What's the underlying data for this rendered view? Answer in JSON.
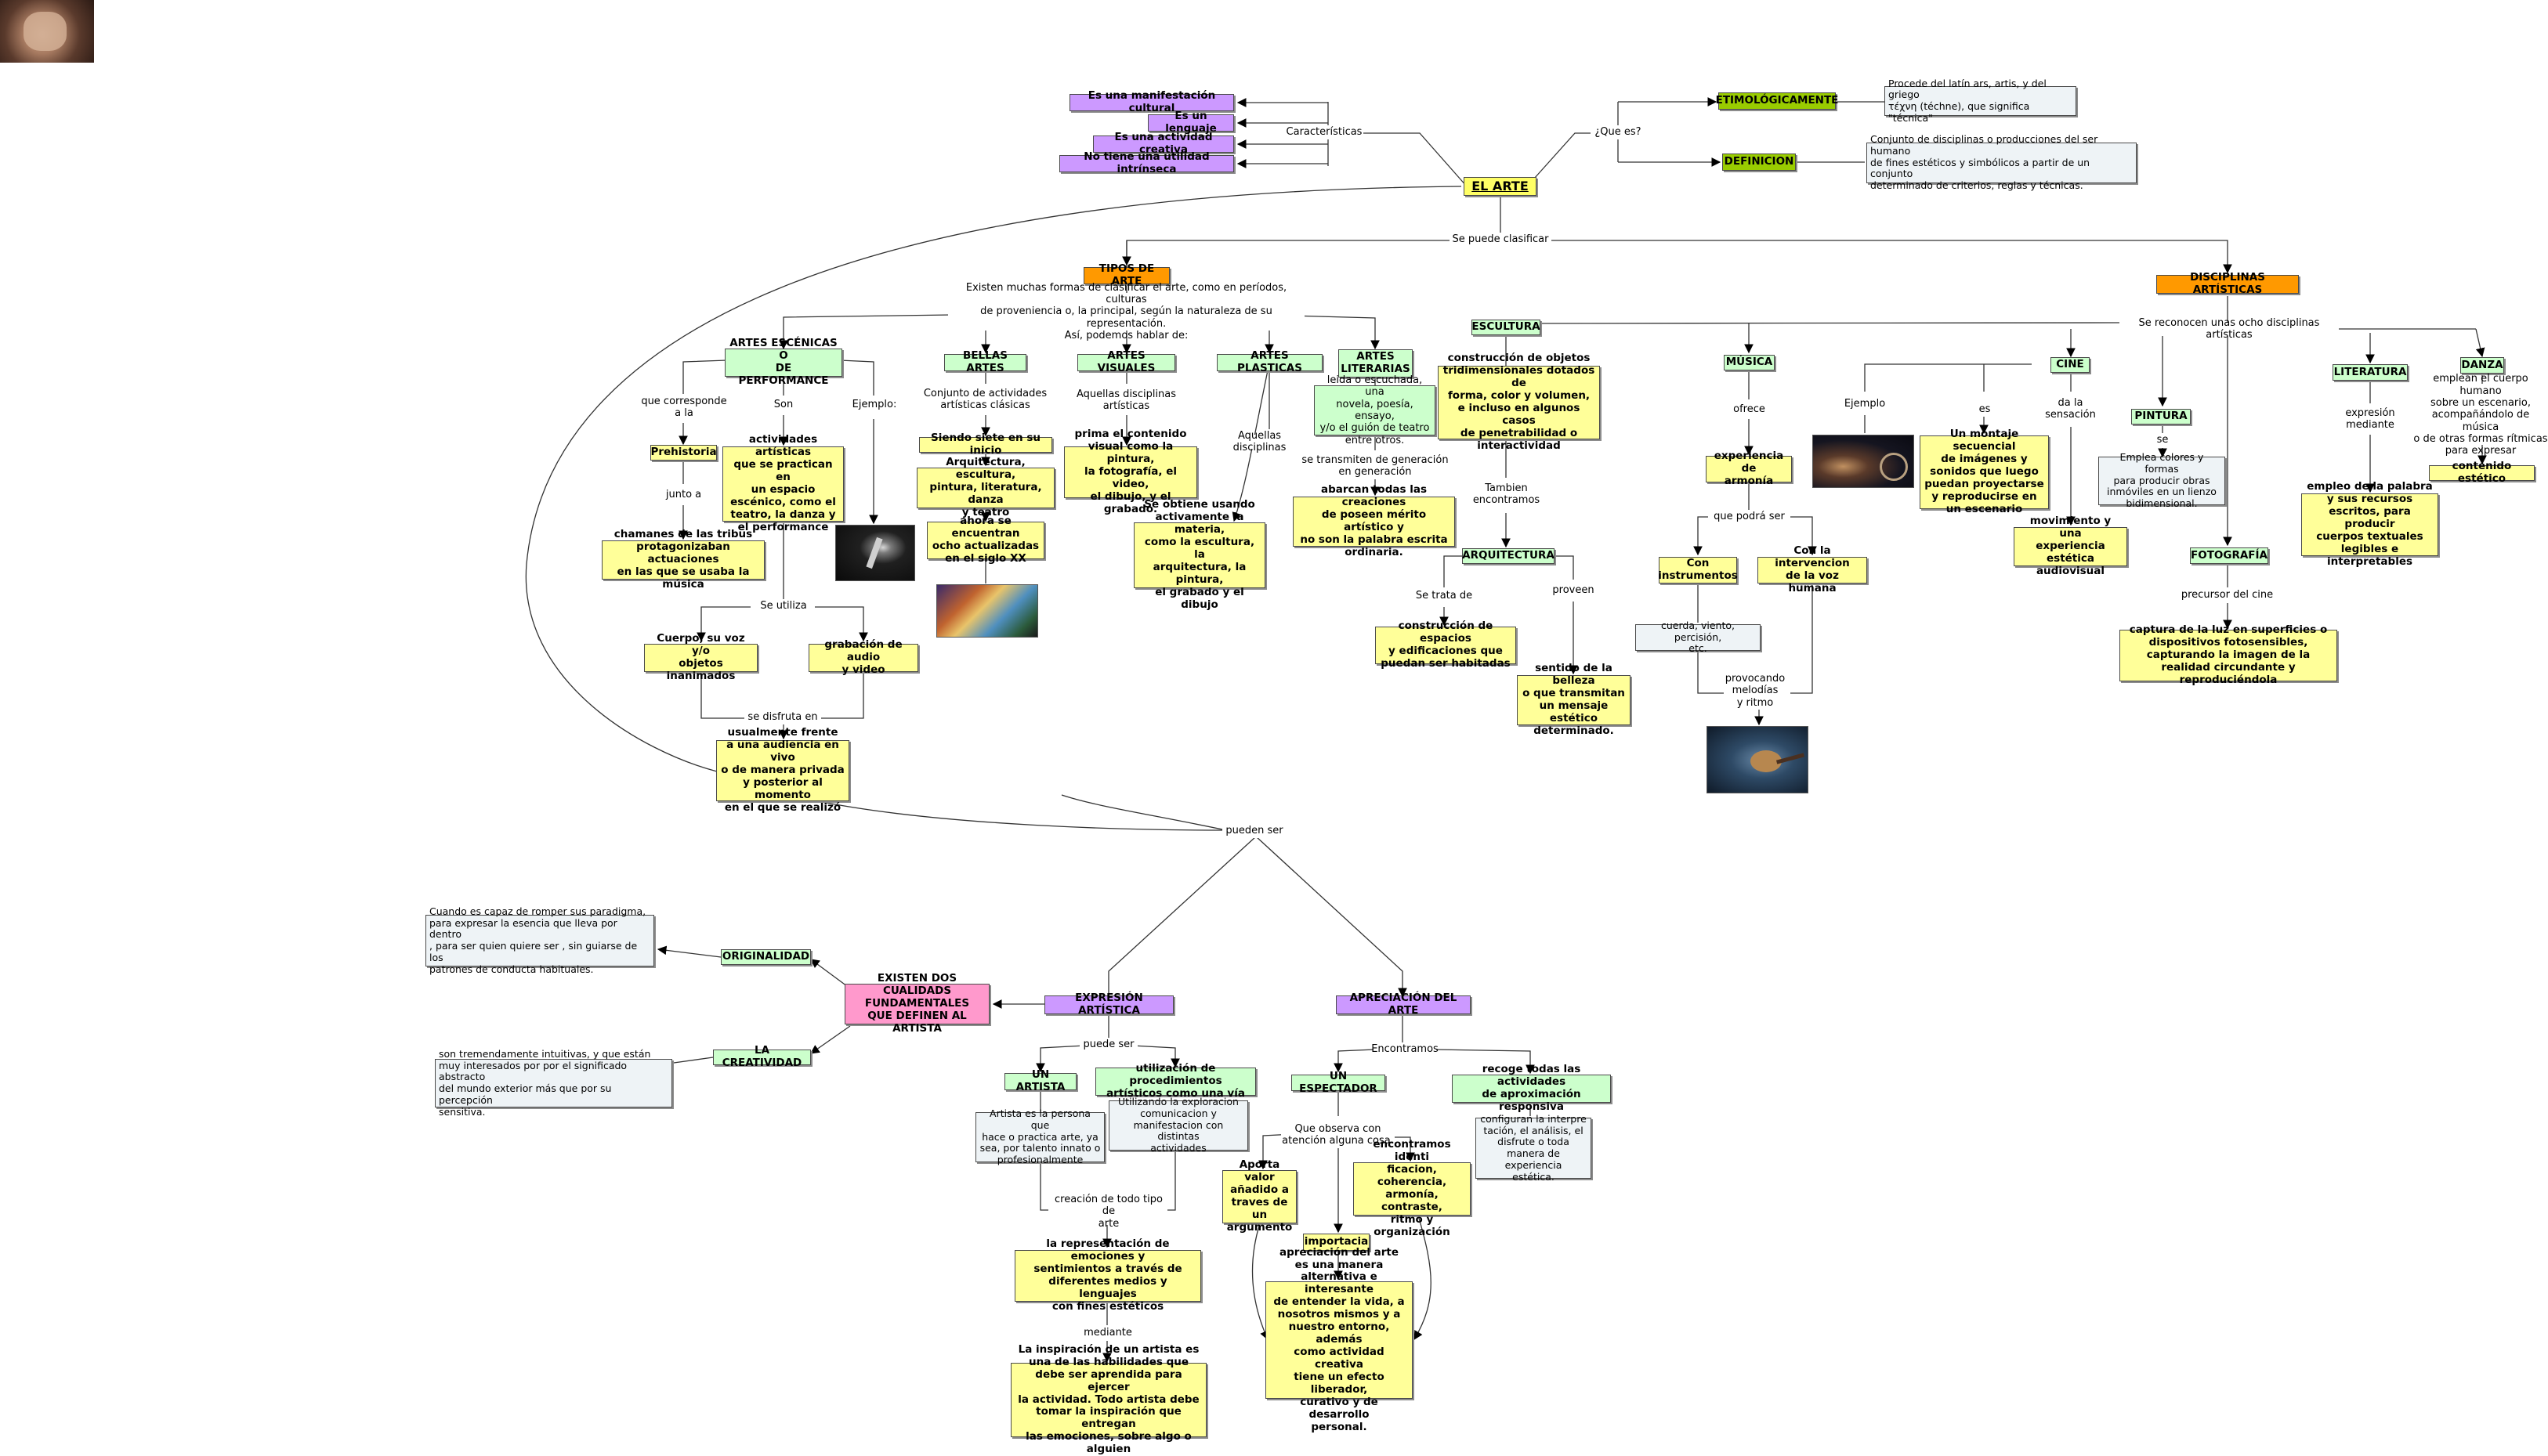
{
  "root": {
    "label": "EL ARTE"
  },
  "caracteristicas": {
    "connector": "Características",
    "items": [
      "Es una manifestación cultural",
      "Es un lenguaje",
      "Es una actividad creativa",
      "No tiene una utilidad intrínseca"
    ]
  },
  "que_es": {
    "connector": "¿Que es?",
    "etimologicamente": "ETIMOLÓGICAMENTE",
    "etimologia_text": "Procede del latín ars, artis, y del griego\nτέχνη (téchne), que significa \"técnica\"",
    "definicion": "DEFINICION",
    "definicion_text": "Conjunto de disciplinas o producciones del ser humano\nde fines estéticos y simbólicos a partir de un conjunto\ndeterminado de criterios, reglas y técnicas."
  },
  "se_puede_clasificar": "Se puede clasificar",
  "tipos": {
    "title": "TIPOS DE ARTE",
    "intro": "Existen muchas formas de clasificar el arte, como en períodos, culturas\nde proveniencia o, la principal, según la naturaleza de su representación.\nAsí, podemos hablar de:",
    "escenicas": {
      "title": "ARTES ESCÉNICAS O\nDE PERFORMANCE",
      "c1": "que corresponde\na la",
      "c2": "Son",
      "c3": "Ejemplo:",
      "prehistoria": "Prehistoria",
      "junto": "junto a",
      "chamanes": "chamanes de las tribus\nprotagonizaban actuaciones\nen las que se usaba la música",
      "actividades": "actividades artísticas\nque se practican en\nun espacio\nescénico, como el\nteatro, la danza y\nel performance",
      "se_utiliza": "Se utiliza",
      "cuerpo": "Cuerpo, su voz y/o\nobjetos inanimados",
      "grabacion": "grabación de audio\ny video",
      "se_disfruta": "se disfruta en",
      "audiencia": "usualmente frente\na una audiencia en vivo\no de manera privada\ny posterior al momento\nen el que se realizó"
    },
    "bellas": {
      "title": "BELLAS ARTES",
      "c1": "Conjunto de actividades\nartísticas clásicas",
      "siete": "Siendo siete en su inicio",
      "lista": "Arquitectura, escultura,\npintura, literatura, danza\ny teatro",
      "ocho": "ahora se encuentran\nocho actualizadas\nen el siglo XX"
    },
    "visuales": {
      "title": "ARTES VISUALES",
      "c1": "Aquellas disciplinas\nartísticas",
      "text": "prima el contenido\nvisual como la pintura,\nla fotografía, el video,\nel dibujo, y el grabado."
    },
    "plasticas": {
      "title": "ARTES PLASTICAS",
      "c1": "Aquellas disciplinas",
      "text": "Se obtiene usando\nactivamente la materia,\ncomo la escultura, la\narquitectura, la pintura,\nel grabado y el dibujo"
    },
    "literarias": {
      "title": "ARTES\nLITERARIAS",
      "leida": "leida o escuchada, una\nnovela, poesía, ensayo,\ny/o el guión de teatro\nentre otros.",
      "c1": "se transmiten de generación\nen generación",
      "abarcan": "abarcan todas las creaciones\nde poseen mérito artístico y\nno son la palabra escrita\nordinaria."
    },
    "pueden_ser": "pueden ser"
  },
  "disciplinas": {
    "title": "DISCIPLINAS ARTÍSTICAS",
    "reconocen": "Se reconocen unas ocho disciplinas artísticas",
    "escultura": {
      "title": "ESCULTURA",
      "text": "construcción de objetos\ntridimensionales dotados de\nforma, color y volumen,\ne incluso en algunos casos\nde penetrabilidad o\ninteractividad",
      "tambien": "Tambien\nencontramos"
    },
    "arquitectura": {
      "title": "ARQUITECTURA",
      "c1": "Se trata de",
      "c2": "proveen",
      "text1": "construcción de espacios\ny edificaciones que\npuedan ser habitadas",
      "text2": "sentido de la belleza\no que transmitan\nun mensaje estético\ndeterminado."
    },
    "musica": {
      "title": "MÚSICA",
      "ofrece": "ofrece",
      "experiencia": "experiencia de\narmonía",
      "podra": "que podrá ser",
      "instrumentos": "Con\ninstrumentos",
      "voz": "Con la intervencion\nde la voz humana",
      "cuerda": "cuerda, viento, percisión,\netc.",
      "provocando": "provocando\nmelodías\ny ritmo"
    },
    "cine": {
      "title": "CINE",
      "ejemplo": "Ejemplo",
      "es": "es",
      "da": "da la\nsensación",
      "montaje": "Un montaje secuencial\nde imágenes y\nsonidos que luego\npuedan proyectarse\ny reproducirse en\nun escenario",
      "movimiento": "movimiento y una\nexperiencia estética\naudiovisual"
    },
    "pintura": {
      "title": "PINTURA",
      "se": "se",
      "text": "Emplea colores y formas\npara producir obras\ninmóviles en un lienzo\nbidimensional."
    },
    "fotografia": {
      "title": "FOTOGRAFÍA",
      "precursor": "precursor del cine",
      "text": "captura de la luz en superficies o\ndispositivos fotosensibles,\ncapturando la imagen de la\nrealidad circundante y reproduciéndola"
    },
    "literatura": {
      "title": "LITERATURA",
      "c1": "expresión\nmediante",
      "text": "empleo de la palabra\ny sus recursos\nescritos, para producir\ncuerpos textuales\nlegibles e interpretables"
    },
    "danza": {
      "title": "DANZA",
      "c1": "emplean el cuerpo humano\nsobre un escenario,\nacompañándolo de música\no de otras formas rítmicas\npara expresar",
      "text": "contenido estético"
    }
  },
  "expresion": {
    "title": "EXPRESIÓN ARTÍSTICA",
    "cualidades": "EXISTEN DOS CUALIDADS\nFUNDAMENTALES\nQUE DEFINEN AL ARTISTA",
    "originalidad": "ORIGINALIDAD",
    "originalidad_text": "Cuando es capaz de romper sus paradigma,\npara expresar la esencia que lleva por dentro\n, para ser quien quiere ser , sin guiarse de los\npatrones de conducta habituales.",
    "creatividad": "LA CREATIVIDAD",
    "creatividad_text": "son tremendamente intuitivas, y que están\n muy interesados por por el significado abstracto\ndel mundo exterior más que por su percepción\nsensitiva.",
    "puede_ser": "puede ser",
    "artista": "UN ARTISTA",
    "artista_text": "Artista es la persona que\nhace o practica arte, ya\nsea, por talento innato o\nprofesionalmente",
    "procedimientos": "utilización de procedimientos\nartísticos como una vía",
    "procedimientos_text": "Utilizando la exploracion\ncomunicacion y\nmanifestacion con distintas\nactividades",
    "creacion": "creación de todo tipo de\narte",
    "representacion": "la representación de emociones y\nsentimientos a través de\ndiferentes medios y lenguajes\ncon fines estéticos",
    "mediante": "mediante",
    "inspiracion": "La inspiración de un artista es\nuna de las habilidades que\ndebe ser aprendida para ejercer\nla actividad. Todo artista debe\ntomar la inspiración que entregan\nlas emociones, sobre algo o alguien"
  },
  "apreciacion": {
    "title": "APRECIACIÓN DEL ARTE",
    "encontramos": "Encontramos",
    "espectador": "UN ESPECTADOR",
    "recoge": "recoge todas las actividades\nde aproximación responsiva",
    "configuran": "configuran la interpre\ntación, el análisis, el\ndisfrute o toda\nmanera de experiencia\nestética.",
    "observa": "Que observa con\natención alguna cosa.",
    "aporta": "Aporta valor\nañadido a\ntraves de un\nargumento",
    "encontramos2": "encontramos identi\nficacion, coherencia,\narmonía, contraste,\nritmo y organización",
    "importacia": "importacia",
    "final": "apreciación del arte\nes una manera\nalternativa e interesante\nde entender la vida, a\nnosotros mismos y a\nnuestro entorno, además\ncomo actividad creativa\ntiene un efecto liberador,\ncurativo y de desarrollo\npersonal."
  },
  "colors": {
    "yellow": "#ffff99",
    "green": "#ccffcc",
    "lime": "#99cc00",
    "purple": "#cc99ff",
    "orange": "#ff9900",
    "pink": "#ff99cc"
  }
}
